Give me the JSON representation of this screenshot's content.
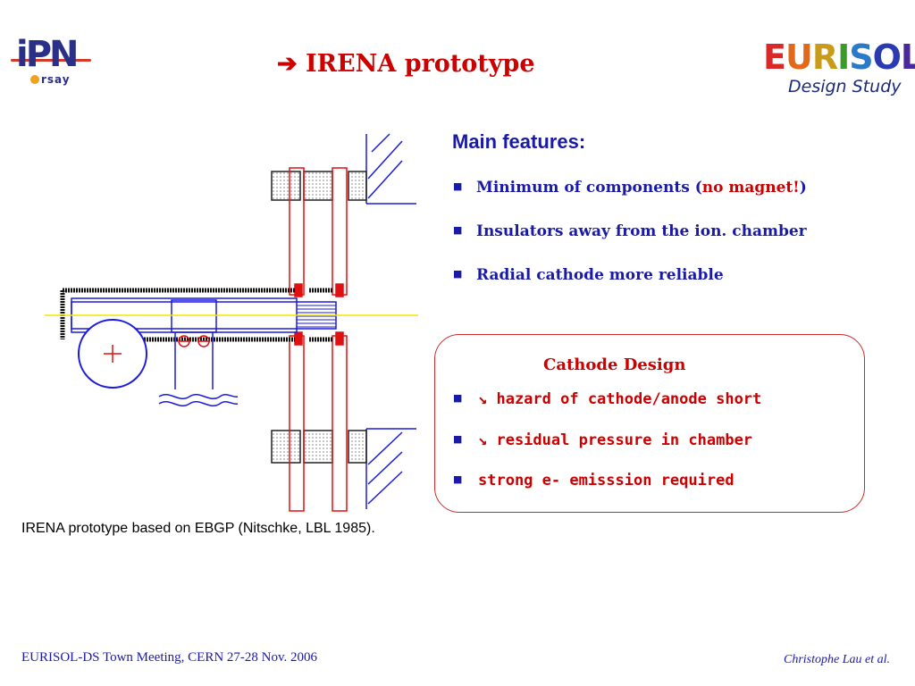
{
  "title": "➔ IRENA prototype",
  "logos": {
    "ipn": {
      "main": "iPN",
      "sub": "rsay"
    },
    "eurisol": {
      "letters": [
        {
          "ch": "E",
          "color": "#d8282a"
        },
        {
          "ch": "U",
          "color": "#e06a1a"
        },
        {
          "ch": "R",
          "color": "#c89c1a"
        },
        {
          "ch": "I",
          "color": "#3a9a2a"
        },
        {
          "ch": "S",
          "color": "#2a7ac8"
        },
        {
          "ch": "O",
          "color": "#2a3ab0"
        },
        {
          "ch": "L",
          "color": "#4a2a9a"
        }
      ],
      "subtitle": "Design Study"
    }
  },
  "features": {
    "heading": "Main features:",
    "items": [
      {
        "pre": "Minimum of components (",
        "highlight": "no magnet!",
        "post": ")"
      },
      {
        "pre": "Insulators away from the ion. chamber",
        "highlight": "",
        "post": ""
      },
      {
        "pre": "Radial cathode more reliable",
        "highlight": "",
        "post": ""
      }
    ]
  },
  "cathode": {
    "heading": "Cathode Design",
    "items": [
      "↘ hazard of cathode/anode short",
      "↘ residual pressure in chamber",
      "strong e- emisssion required"
    ]
  },
  "caption": "IRENA prototype based on EBGP (Nitschke, LBL 1985).",
  "footer": {
    "left": "EURISOL-DS Town Meeting, CERN 27-28 Nov. 2006",
    "right": "Christophe Lau et al."
  },
  "colors": {
    "title": "#cc0000",
    "text_blue": "#1a1aa8",
    "accent_red": "#cc0000",
    "diagram_blue": "#1a1ae0",
    "diagram_red": "#e01010",
    "beam_yellow": "#f2e600"
  },
  "bullet_icon": "square-bullet-icon"
}
